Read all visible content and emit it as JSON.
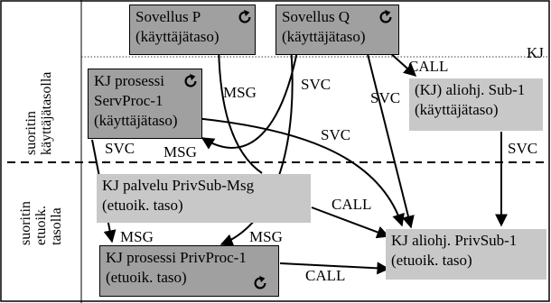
{
  "boxes": {
    "sovellus_p": {
      "line1": "Sovellus P",
      "line2": "(käyttäjätaso)"
    },
    "sovellus_q": {
      "line1": "Sovellus Q",
      "line2": "(käyttäjätaso)"
    },
    "servproc": {
      "line1": "KJ prosessi",
      "line2": "ServProc-1",
      "line3": "(käyttäjätaso)"
    },
    "sub1": {
      "line1": "(KJ) aliohj. Sub-1",
      "line2": "(käyttäjätaso)"
    },
    "privsub_msg": {
      "line1": "KJ palvelu PrivSub-Msg",
      "line2": "(etuoik. taso)"
    },
    "privsub1": {
      "line1": "KJ aliohj. PrivSub-1",
      "line2": "(etuoik. taso)"
    },
    "privproc": {
      "line1": "KJ prosessi PrivProc-1",
      "line2": "(etuoik. taso)"
    }
  },
  "labels": {
    "kj": "KJ",
    "call_q_sub1": "CALL",
    "msg_servproc_p": "MSG",
    "svc_q": "SVC",
    "svc_q_privsub1": "SVC",
    "svc_servproc_privsub1": "SVC",
    "svc_sub1": "SVC",
    "svc_servproc": "SVC",
    "msg_to_servproc": "MSG",
    "call_privsubmsg": "CALL",
    "msg_privproc_left": "MSG",
    "msg_privproc_right": "MSG",
    "call_privproc": "CALL"
  },
  "side_labels": {
    "user_level_line1": "suoritin",
    "user_level_line2": "käyttäjätasolla",
    "priv_level_line1": "suoritin",
    "priv_level_line2": "etuoik.",
    "priv_level_line3": "tasolla"
  },
  "colors": {
    "dark_box": "#a0a0a0",
    "light_box": "#c8c8c8",
    "line": "#000000"
  },
  "icons": {
    "process": "cycle-arrow-icon"
  }
}
